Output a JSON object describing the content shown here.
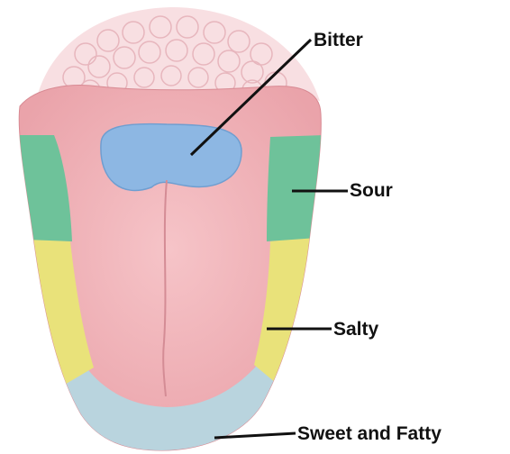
{
  "labels": {
    "bitter": "Bitter",
    "sour": "Sour",
    "salty": "Salty",
    "sweet_fatty": "Sweet and Fatty"
  },
  "colors": {
    "tongue": "#f1b3b8",
    "bitter_region": "#8db7e3",
    "sour_region": "#6ec29a",
    "salty_region": "#e9e27a",
    "sweet_fatty_region": "#b9d4de",
    "papillae": "#f7dde0",
    "leader_line": "#111111"
  }
}
